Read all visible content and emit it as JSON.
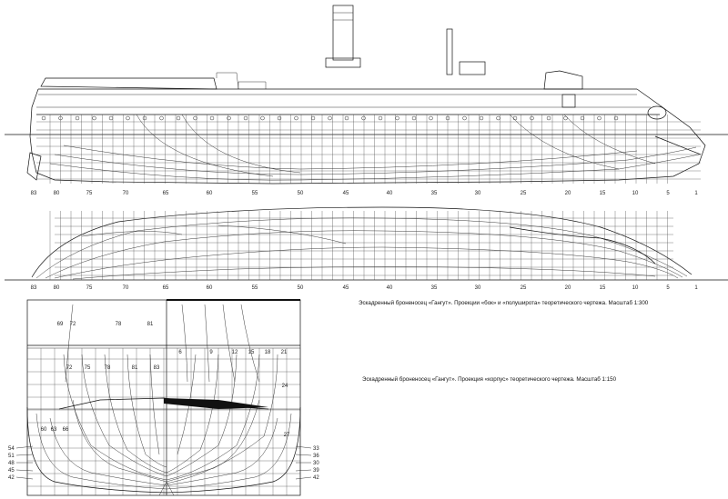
{
  "caption_plan": "Эскадренный броненосец «Гангут». Проекции «бок» и «полуширота» теоретического чертежа. Масштаб 1:300",
  "caption_body": "Эскадренный броненосец «Гангут». Проекция «корпус» теоретического чертежа. Масштаб 1:150",
  "profile_frames": [
    "83",
    "80",
    "75",
    "70",
    "65",
    "60",
    "55",
    "50",
    "45",
    "40",
    "35",
    "30",
    "25",
    "20",
    "15",
    "10",
    "5",
    "1"
  ],
  "halfbreadth_frames": [
    "83",
    "80",
    "75",
    "70",
    "65",
    "60",
    "55",
    "50",
    "45",
    "40",
    "35",
    "30",
    "25",
    "20",
    "15",
    "10",
    "5",
    "1"
  ],
  "body_upper_frames": [
    "69",
    "72",
    "78",
    "81"
  ],
  "body_mid_frames": [
    "6",
    "9",
    "12",
    "15",
    "18",
    "21"
  ],
  "body_aft_frames": [
    "72",
    "75",
    "78",
    "81",
    "83"
  ],
  "body_low_frames": [
    "60",
    "63",
    "66"
  ],
  "body_right_frames": [
    "24",
    "27"
  ],
  "body_left_waterlines": [
    "54",
    "51",
    "48",
    "45",
    "42"
  ],
  "body_right_waterlines": [
    "33",
    "36",
    "30",
    "39",
    "42"
  ]
}
